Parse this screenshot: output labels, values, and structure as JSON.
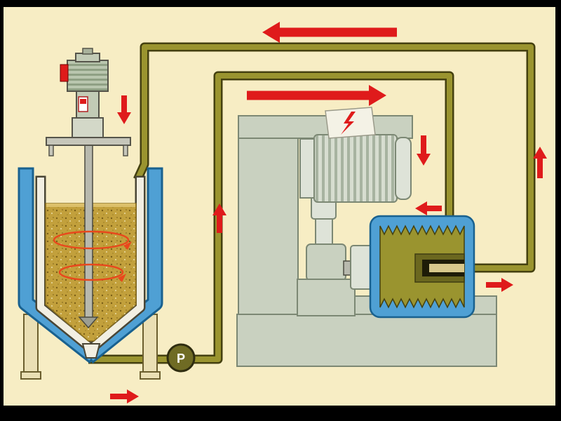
{
  "pump": {
    "label": "P"
  },
  "components": [
    "mixing-tank",
    "agitator-drive-motor",
    "agitator-shaft",
    "circulation-pump",
    "bead-mill",
    "mill-motor",
    "grinding-chamber",
    "piping-loop"
  ],
  "flow_arrows": [
    {
      "id": "top-return",
      "direction": "left"
    },
    {
      "id": "mid-feed",
      "direction": "right"
    },
    {
      "id": "stirrer-inlet",
      "direction": "down"
    },
    {
      "id": "riser-left",
      "direction": "up"
    },
    {
      "id": "mill-motor-side",
      "direction": "down"
    },
    {
      "id": "mill-inlet",
      "direction": "left"
    },
    {
      "id": "riser-right",
      "direction": "up"
    },
    {
      "id": "mill-outlet",
      "direction": "right"
    },
    {
      "id": "pump-suction",
      "direction": "right"
    }
  ],
  "colors": {
    "background": "#F7EDC4",
    "frame": "#000000",
    "pipe": "#9A942F",
    "pipe_outline": "#44400F",
    "vessel_blue": "#4FA0D4",
    "blue_outline": "#19618F",
    "product": "#C2A03C",
    "product_dark": "#7A5F17",
    "machine_body": "#C9D1C0",
    "machine_line": "#7C8874",
    "machine_light": "#DEE3D8",
    "arrow_red": "#DF1B1B",
    "pump_fill": "#6F6B24",
    "pump_text": "#FFFFFF",
    "leg_fill": "#EADFB4",
    "shaft_gray": "#B8B9AE"
  }
}
